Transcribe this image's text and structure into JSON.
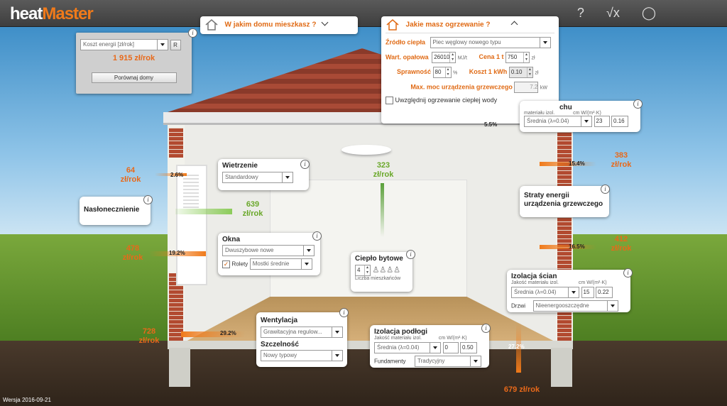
{
  "header": {
    "logo_a": "heat",
    "logo_b": "Master"
  },
  "cost_box": {
    "select": "Koszt energii [zł/rok]",
    "reset": "R",
    "value": "1 915 zł/rok",
    "compare": "Porównaj domy"
  },
  "house_tab": {
    "label": "W jakim domu mieszkasz ?"
  },
  "heating": {
    "title": "Jakie masz ogrzewanie ?",
    "source_label": "Źródło ciepła",
    "source_value": "Piec węglowy nowego typu",
    "calorific_label": "Wart. opałowa",
    "calorific_value": "26010",
    "calorific_unit": "MJ/t",
    "price_label": "Cena 1 t",
    "price_value": "750",
    "price_unit": "zł",
    "eff_label": "Sprawność",
    "eff_value": "80",
    "eff_unit": "%",
    "kwh_label": "Koszt 1 kWh",
    "kwh_value": "0.10",
    "kwh_unit": "zł",
    "power_label": "Max. moc urządzenia grzewczego",
    "power_value": "7.2",
    "power_unit": "kW",
    "hot_water": "Uwzględnij ogrzewanie ciepłej wody"
  },
  "roof_panel": {
    "title": "chu",
    "sub": "materiału izol.",
    "sub2": "cm  W/(m²·K)",
    "select": "Średnia (λ=0.04)",
    "cm": "23",
    "u": "0.16"
  },
  "ventilation_panel": {
    "title": "Wietrzenie",
    "select": "Standardowy"
  },
  "sun_panel": {
    "title": "Nasłonecznienie"
  },
  "windows_panel": {
    "title": "Okna",
    "select": "Dwuszybowe nowe",
    "blinds_label": "Rolety",
    "blinds_select": "Mostki średnie"
  },
  "living_heat": {
    "title": "Ciepło bytowe",
    "count": "4",
    "sub": "Liczba mieszkańców"
  },
  "losses_panel": {
    "title": "Straty energii urządzenia grzewczego"
  },
  "walls_panel": {
    "title": "Izolacja ścian",
    "sub": "Jakość materiału izol.",
    "sub2": "cm  W/(m²·K)",
    "select": "Średnia (λ=0.04)",
    "cm": "15",
    "u": "0.22",
    "door_label": "Drzwi",
    "door_select": "Nieenergooszczędne"
  },
  "mech_panel": {
    "title": "Wentylacja",
    "select": "Grawitacyjna regulow...",
    "tight_label": "Szczelność",
    "tight_select": "Nowy typowy"
  },
  "floor_panel": {
    "title": "Izolacja podłogi",
    "sub": "Jakość materiału izol.",
    "sub2": "cm  W/(m²·K)",
    "select": "Średnia (λ=0.04)",
    "cm": "0",
    "u": "0.50",
    "found_label": "Fundamenty",
    "found_select": "Tradycyjny"
  },
  "values": {
    "vent": "64\nzł/rok",
    "vent_pct": "2.6%",
    "sun": "639\nzł/rok",
    "windows": "478\nzł/rok",
    "windows_pct": "19.2%",
    "mech": "728\nzł/rok",
    "mech_pct": "29.2%",
    "living": "323\nzł/rok",
    "roof_pct": "5.5%",
    "losses": "383\nzł/rok",
    "losses_pct": "15.4%",
    "walls": "412\nzł/rok",
    "walls_pct": "16.5%",
    "floor": "679 zł/rok",
    "floor_pct": "27.2%"
  },
  "version": "Wersja 2016-09-21"
}
